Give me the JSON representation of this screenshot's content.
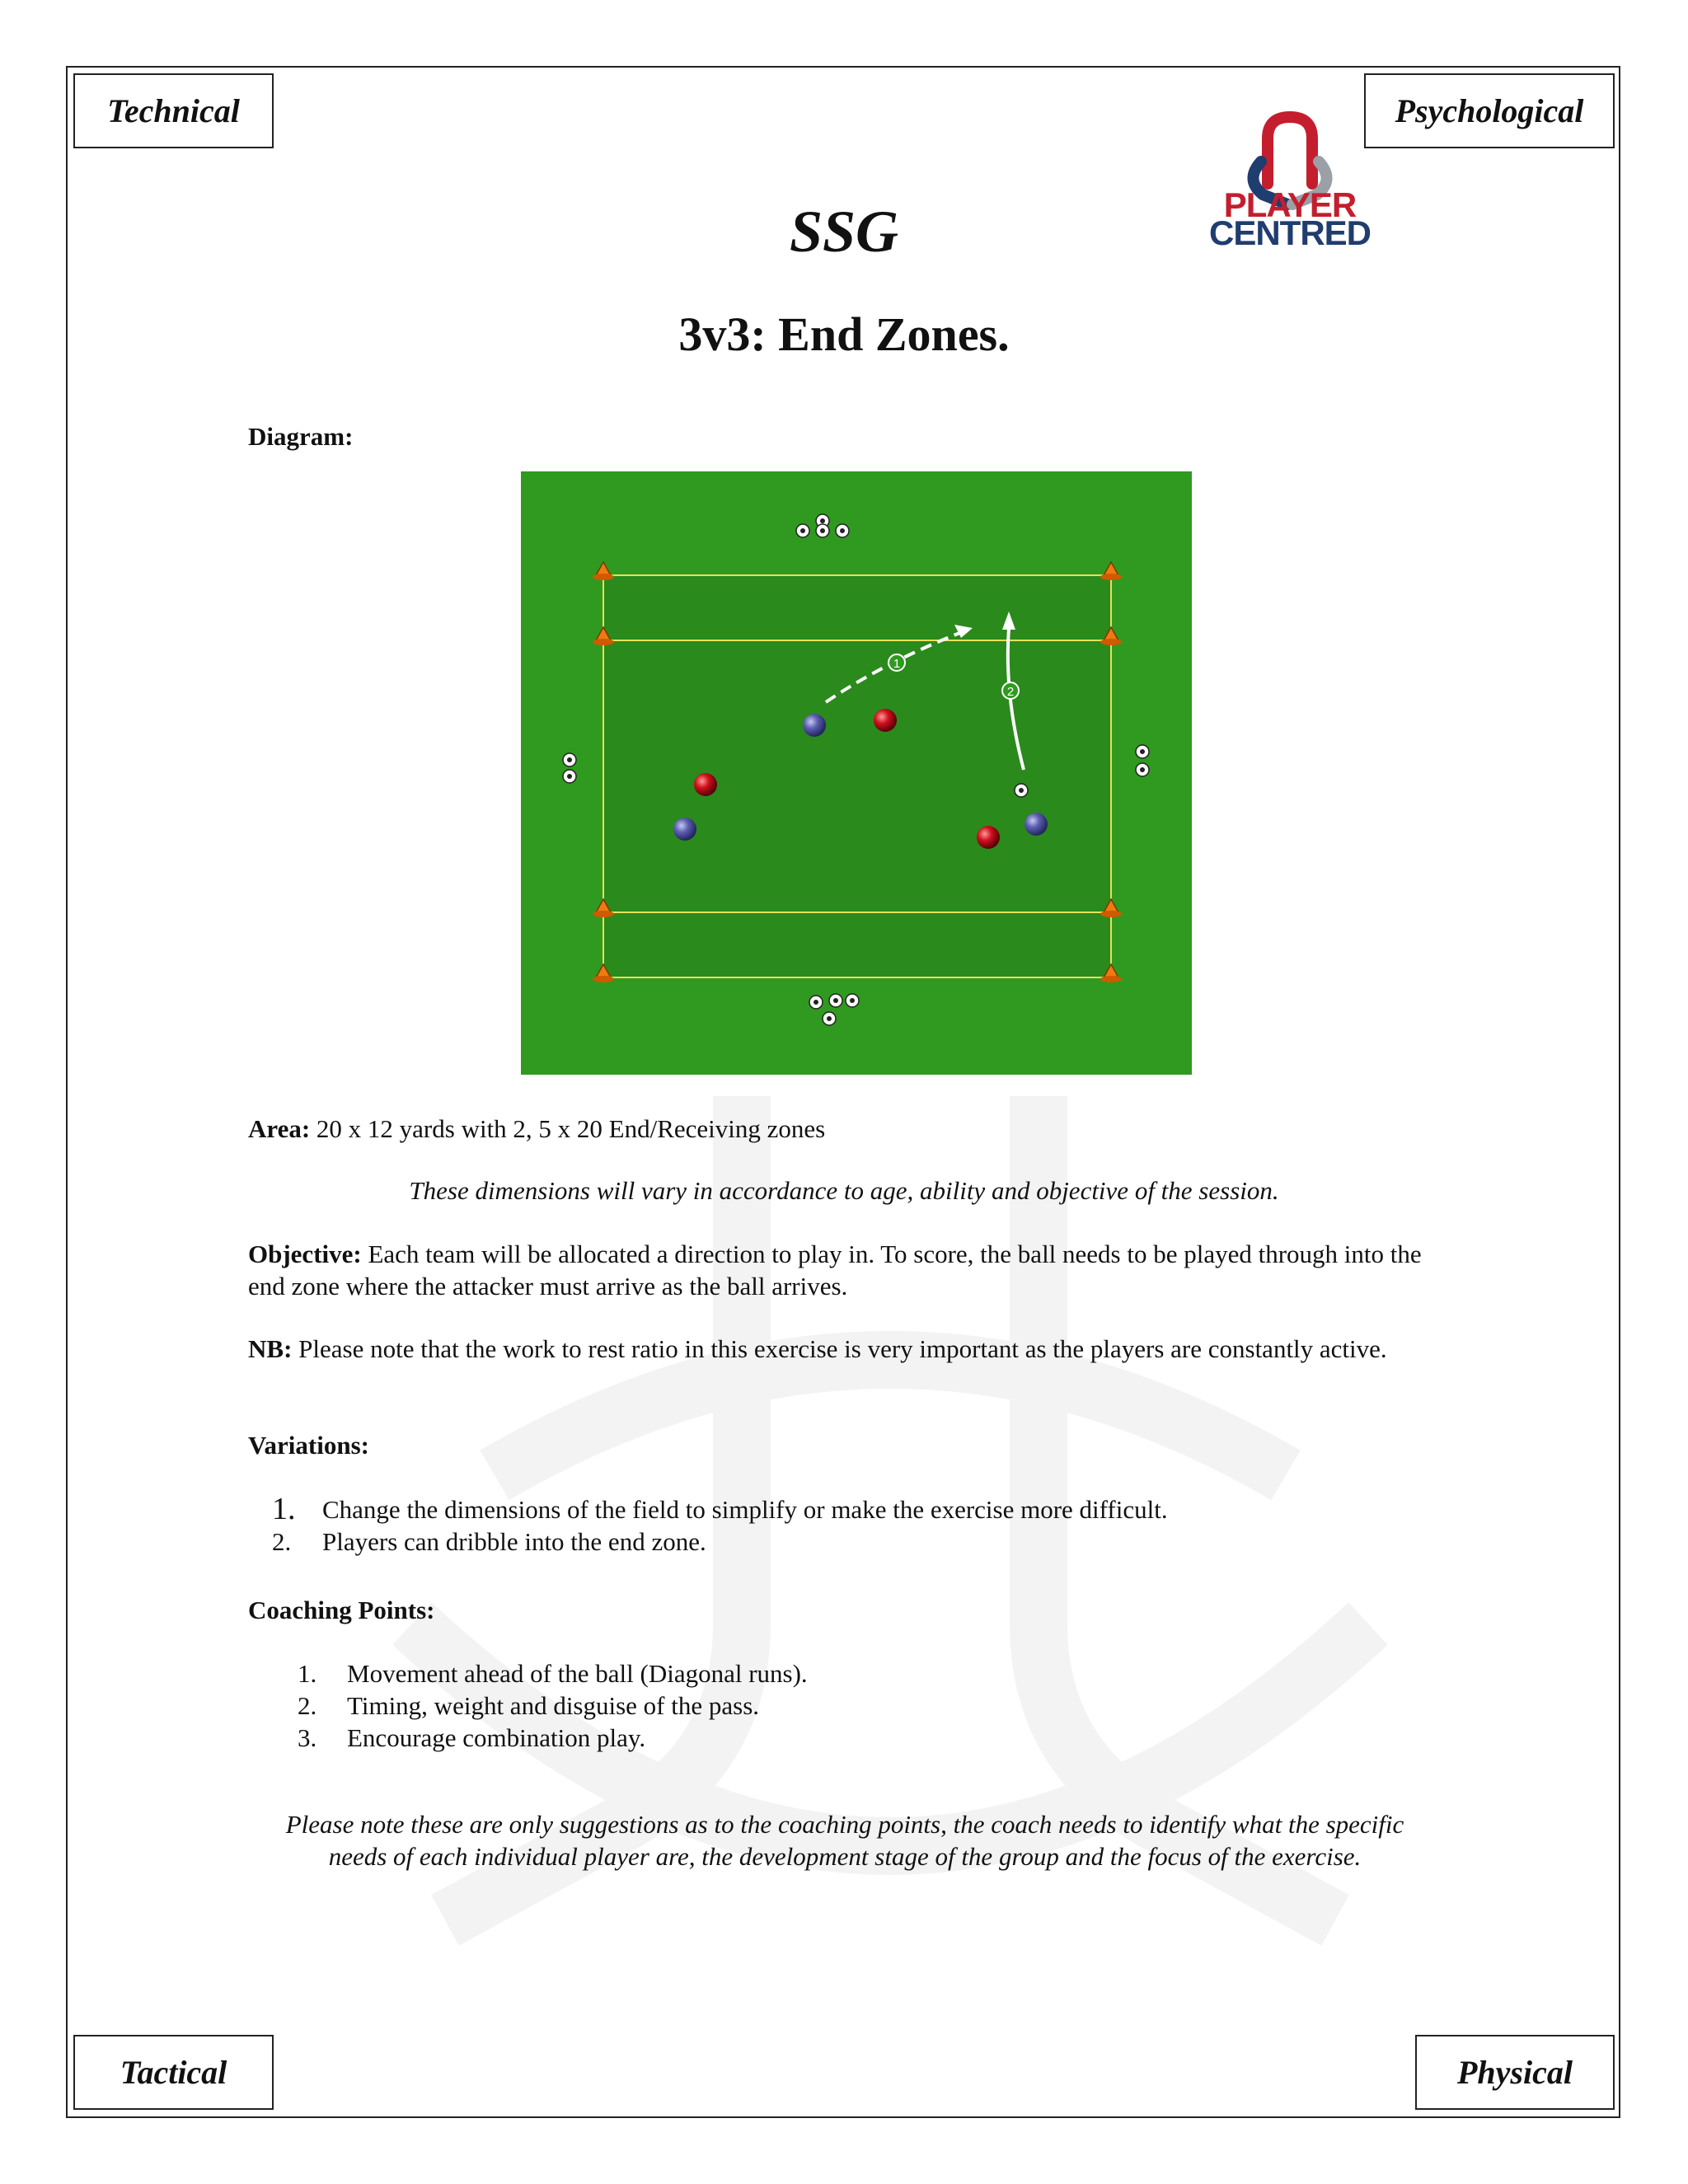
{
  "corners": {
    "top_left": "Technical",
    "top_right": "Psychological",
    "bottom_left": "Tactical",
    "bottom_right": "Physical"
  },
  "logo": {
    "line1": "PLAYER",
    "line2": "CENTRED",
    "colors": {
      "red": "#c41e2e",
      "navy": "#1f3d6e",
      "grey": "#9aa0a6"
    }
  },
  "title": "SSG",
  "subtitle": "3v3: End Zones.",
  "diagram_label": "Diagram:",
  "diagram": {
    "pitch_color": "#2f9a1f",
    "zone_color": "#2a8a1c",
    "line_color": "#e8e05a",
    "cone_color": "#f07a10",
    "blue_team_color": "#5b5fb0",
    "red_team_color": "#d0101c",
    "run_labels": [
      "1",
      "2"
    ]
  },
  "area": {
    "label": "Area:",
    "text": " 20 x 12 yards with 2, 5 x 20 End/Receiving zones"
  },
  "dimensions_note": "These dimensions will vary in accordance to age, ability and objective of the session.",
  "objective": {
    "label": "Objective:",
    "text": " Each team will be allocated a direction to play in. To score, the ball needs to be played through into the end zone where the attacker must arrive as the ball arrives."
  },
  "nb": {
    "label": "NB:",
    "text": " Please note that the work to rest ratio in this exercise is very important as the players are constantly active."
  },
  "variations": {
    "label": "Variations:",
    "items": [
      {
        "num": "1.",
        "text": "Change the dimensions of the field to simplify or make the exercise more difficult."
      },
      {
        "num": "2.",
        "text": "Players can dribble into the end zone."
      }
    ]
  },
  "coaching_points": {
    "label": "Coaching Points:",
    "items": [
      {
        "num": "1.",
        "text": "Movement ahead of the ball (Diagonal runs)."
      },
      {
        "num": "2.",
        "text": "Timing, weight and disguise of the pass."
      },
      {
        "num": "3.",
        "text": "Encourage combination play."
      }
    ]
  },
  "closing_note": "Please note these are only suggestions as to the coaching points, the coach needs to identify what the specific needs of each individual player are, the development stage of the group and the focus of the exercise."
}
